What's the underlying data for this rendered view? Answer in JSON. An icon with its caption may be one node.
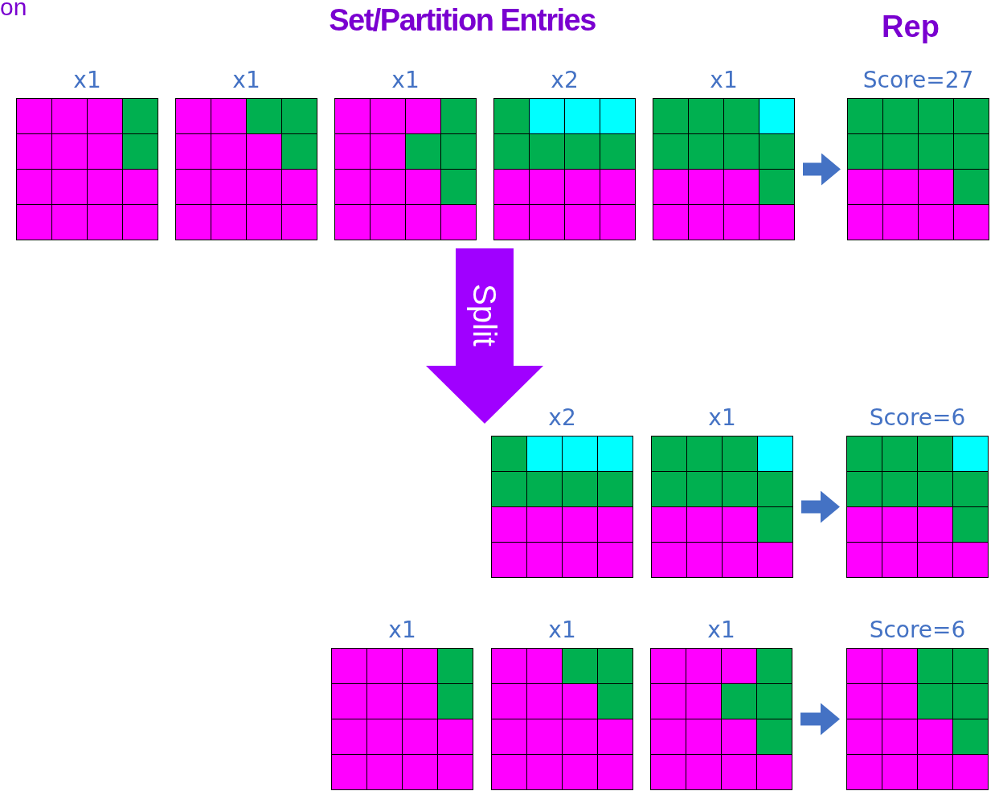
{
  "diagram": {
    "title": "Set/Partition Entries",
    "nodes": [
      {
        "text": [],
        "shape": "box",
        "beside": [
          "x1"
        ]
      },
      {
        "text": [],
        "shape": "box",
        "beside": [
          "x1"
        ]
      },
      {
        "text": [],
        "shape": "box",
        "beside": [
          "x1"
        ]
      },
      {
        "text": [],
        "shape": "box",
        "beside": [
          "x2"
        ]
      },
      {
        "text": [],
        "shape": "box",
        "beside": [
          "x1"
        ]
      },
      {
        "text": [],
        "shape": "box",
        "beside": [
          "Score=27"
        ]
      },
      {
        "text": [],
        "shape": "box",
        "beside": [
          "x2"
        ]
      },
      {
        "text": [],
        "shape": "box",
        "beside": [
          "x1"
        ]
      },
      {
        "text": [],
        "shape": "box",
        "beside": [
          "Score=6"
        ]
      },
      {
        "text": [],
        "shape": "box",
        "beside": [
          "x1"
        ]
      },
      {
        "text": [],
        "shape": "box",
        "beside": [
          "x1"
        ]
      },
      {
        "text": [],
        "shape": "box",
        "beside": [
          "x1"
        ]
      },
      {
        "text": [],
        "shape": "box",
        "beside": [
          "Score=6"
        ]
      }
    ],
    "edges": [
      {
        "from": 4,
        "to": 5,
        "arrow": "to"
      },
      {
        "from": 2,
        "to": 6,
        "arrow": "to",
        "label": "Split",
        "style": "thick",
        "color": "#a000ff"
      },
      {
        "from": 7,
        "to": 8,
        "arrow": "to"
      },
      {
        "from": 11,
        "to": 12,
        "arrow": "to"
      }
    ],
    "labels": [
      "on",
      "Rep"
    ]
  }
}
